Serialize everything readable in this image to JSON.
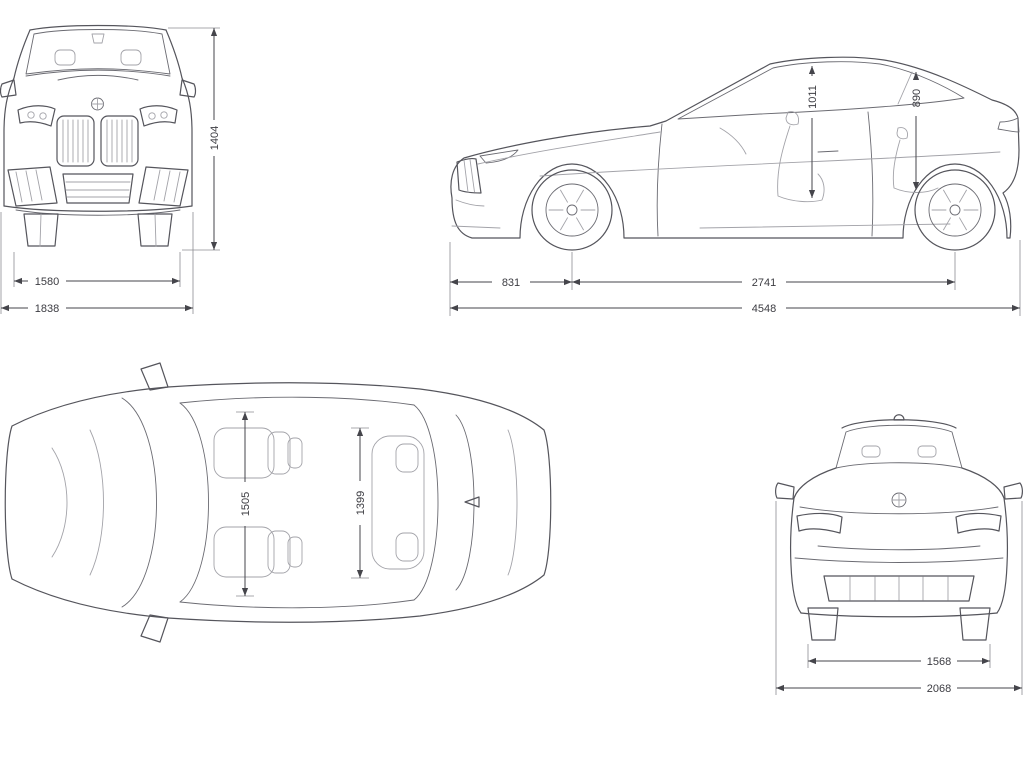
{
  "colors": {
    "background": "#ffffff",
    "car_line": "#55555c",
    "interior_line": "#a3a3a9",
    "dimension_line": "#45454b",
    "label_text": "#3c3c42"
  },
  "icons": {
    "brand_badge": "bmw-roundel"
  },
  "views": {
    "front": {
      "dimensions": {
        "overall_height": "1404",
        "track_width": "1580",
        "overall_width": "1838"
      }
    },
    "side": {
      "dimensions": {
        "front_headroom": "1011",
        "rear_headroom": "890",
        "front_overhang": "831",
        "wheelbase": "2741",
        "overall_length": "4548"
      }
    },
    "top": {
      "dimensions": {
        "front_interior_width": "1505",
        "rear_interior_width": "1399"
      }
    },
    "rear": {
      "dimensions": {
        "rear_track": "1568",
        "width_incl_mirrors": "2068"
      }
    }
  }
}
